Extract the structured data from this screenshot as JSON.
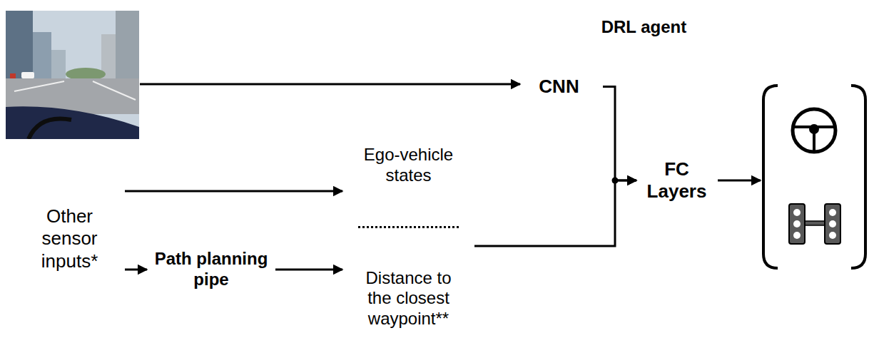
{
  "diagram": {
    "nodes": [
      {
        "text": [
          "Other sensor inputs*"
        ]
      },
      {
        "text": [
          "Path planning pipe"
        ]
      },
      {
        "text": [
          "Ego-vehicle states",
          "Distance to the closest waypoint**"
        ]
      },
      {
        "text": [
          "DRL agent"
        ]
      },
      {
        "text": [
          "CNN"
        ],
        "in": 3
      },
      {
        "text": [
          "FC Layers"
        ],
        "in": 3
      }
    ],
    "edges": [
      {
        "from": 0,
        "to": 2,
        "arrow": "to"
      },
      {
        "from": 0,
        "to": 1,
        "arrow": "to"
      },
      {
        "from": 1,
        "to": 2,
        "arrow": "to"
      },
      {
        "from": 4,
        "to": 5,
        "arrow": "to"
      },
      {
        "from": 2,
        "to": 5,
        "arrow": "to"
      }
    ]
  }
}
